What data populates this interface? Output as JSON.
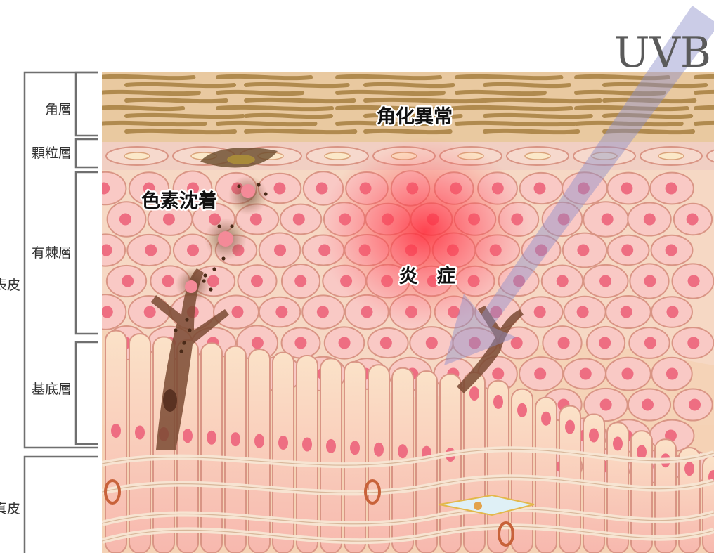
{
  "uv_label": "UVB",
  "layer_labels": {
    "stratum_corneum": "角層",
    "stratum_granulosum": "顆粒層",
    "stratum_spinosum": "有棘層",
    "stratum_basale": "基底層",
    "epidermis": "表皮",
    "dermis": "真皮"
  },
  "callouts": {
    "hyperkeratosis": "角化異常",
    "pigmentation": "色素沈着",
    "inflammation": "炎　症"
  },
  "colors": {
    "corneum_band": "#b08a4e",
    "cell_fill": "#f9c9c5",
    "cell_border": "#d99585",
    "nucleus": "#ee6e82",
    "inflammation": "#ff2b3a",
    "melanocyte": "#7a4a32",
    "uv_arrow": "#8b8fc9",
    "dermis": "#f2d3b8",
    "bracket": "#6f6f6f"
  }
}
